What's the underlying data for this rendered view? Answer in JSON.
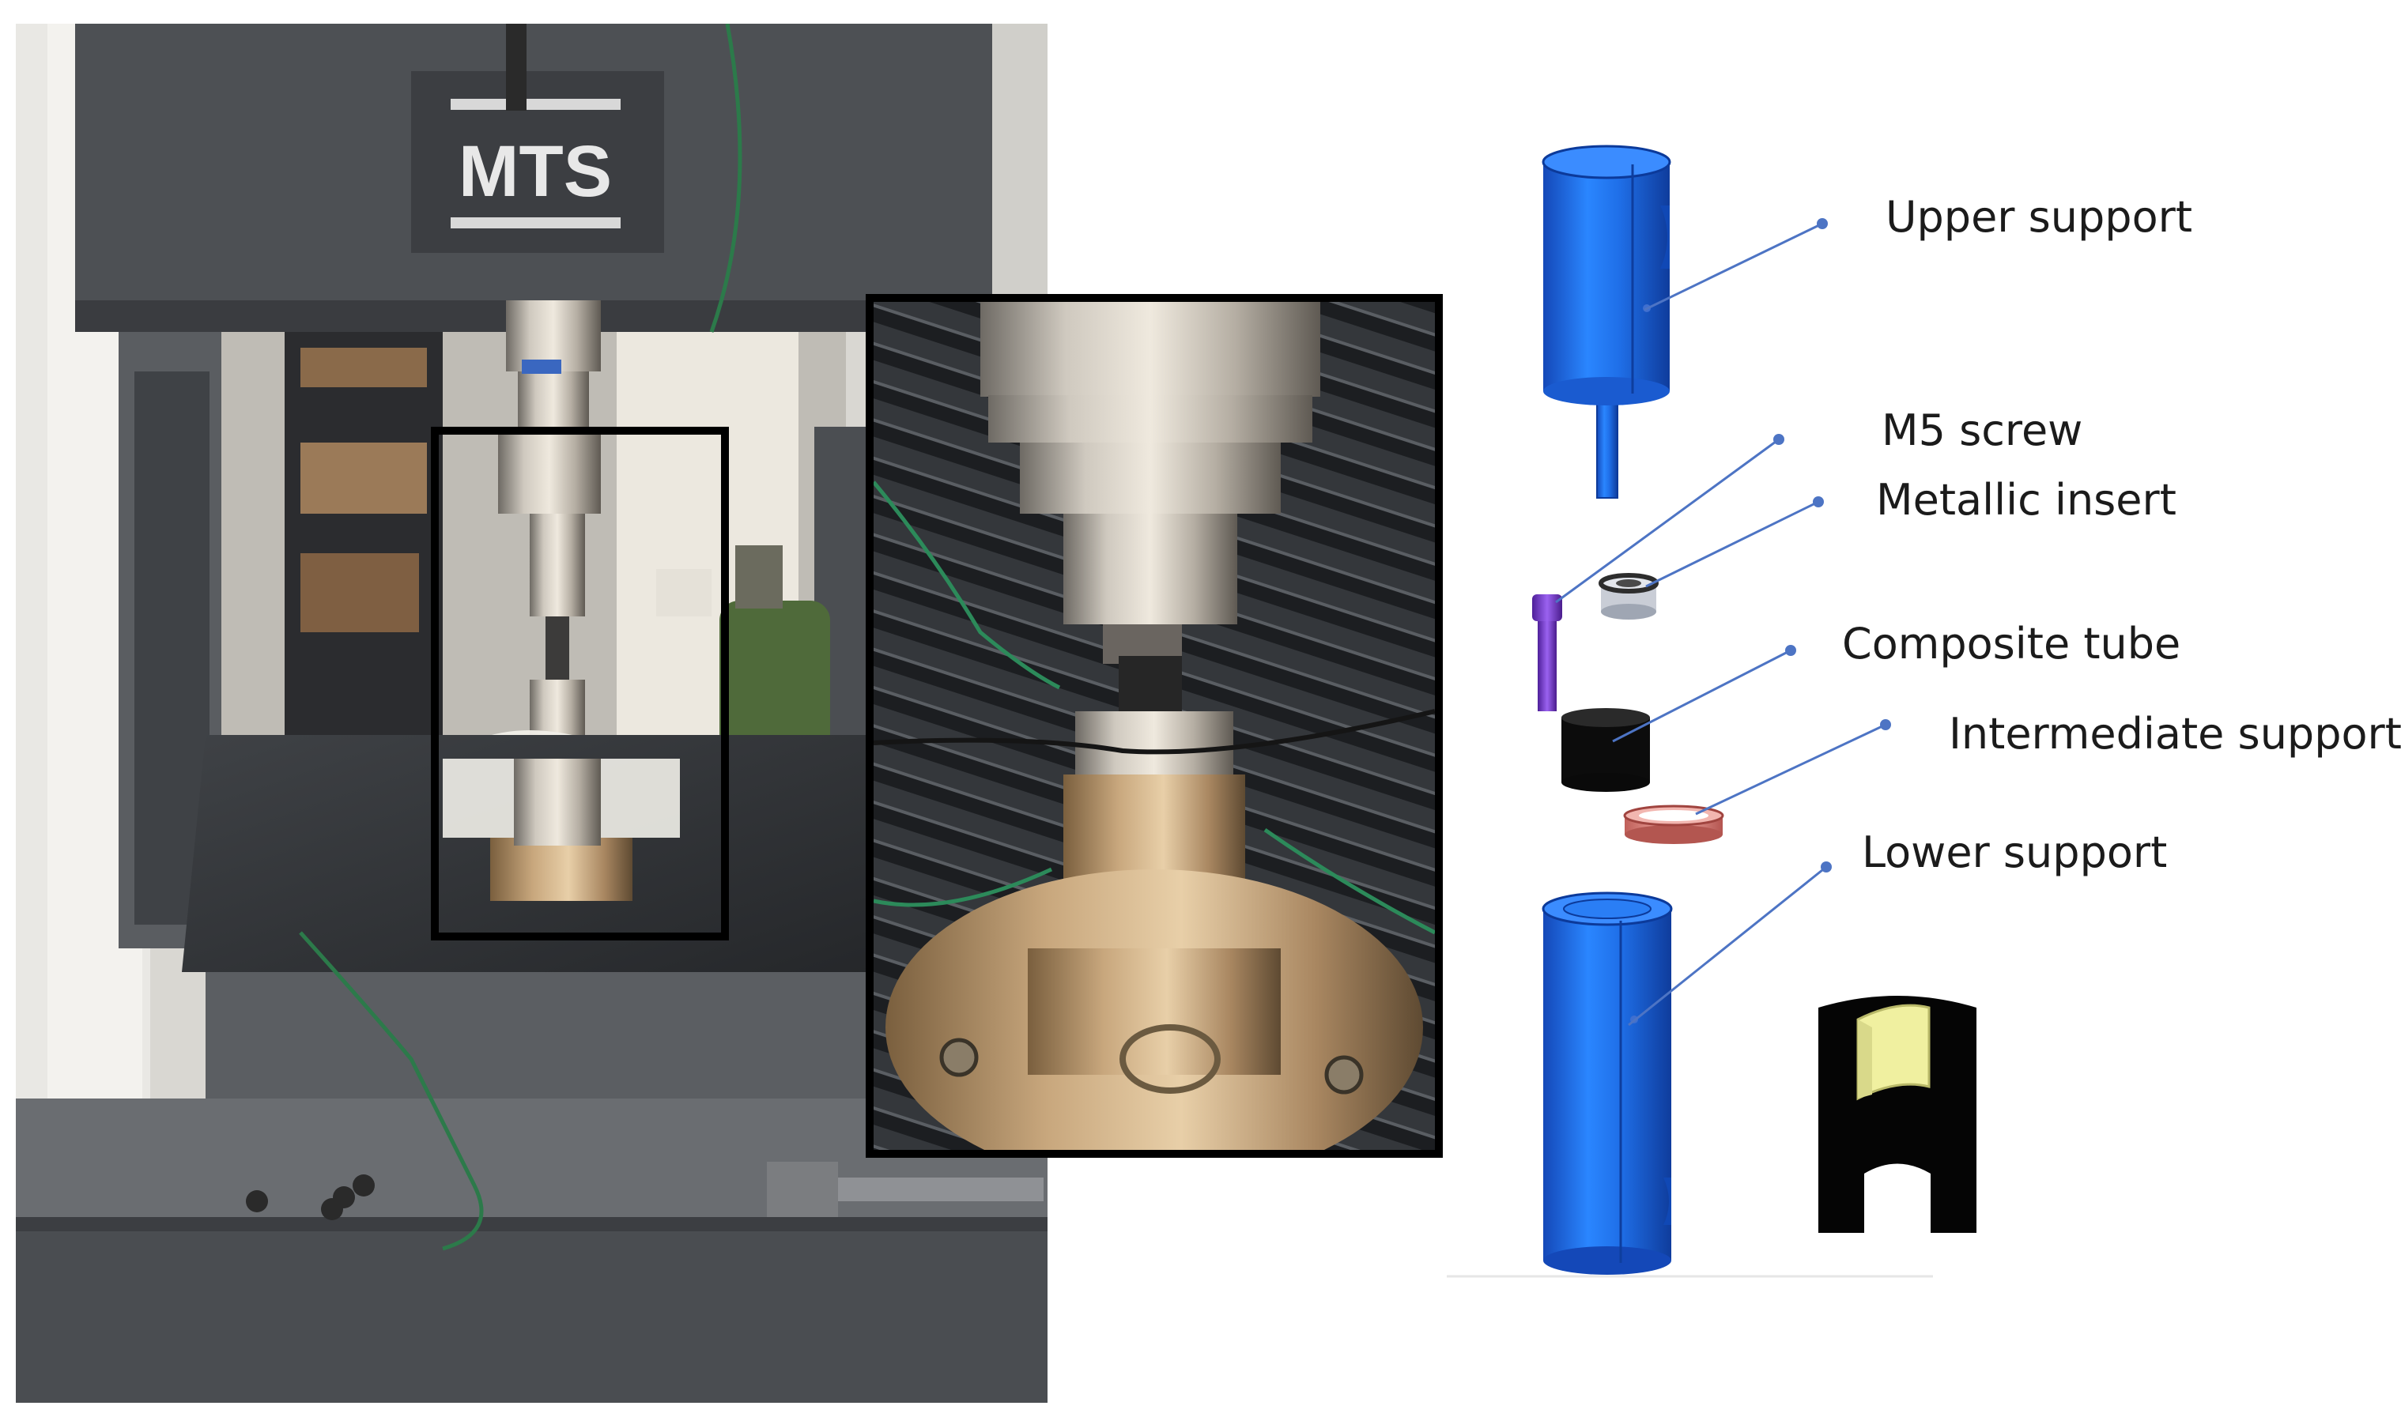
{
  "photo": {
    "machine_logo": "MTS"
  },
  "labels": {
    "upper_support": "Upper support",
    "m5_screw": "M5 screw",
    "metallic_insert": "Metallic insert",
    "composite_tube": "Composite tube",
    "intermediate_support": "Intermediate support",
    "lower_support": "Lower support"
  },
  "colors": {
    "support_blue": "#1f6fe8",
    "leader_line": "#4d74c4",
    "screw_purple": "#7a3fd1",
    "tube_black": "#0c0c0c",
    "intermediate_pink": "#e88f88",
    "insert_yellow": "#f0f0a0",
    "frame_grey": "#55585c"
  }
}
